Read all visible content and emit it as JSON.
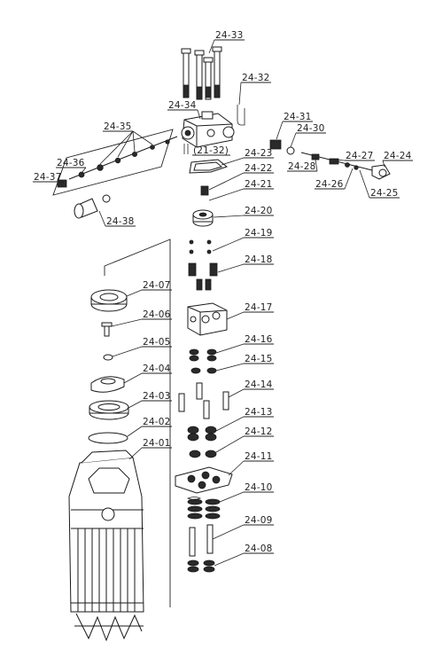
{
  "labels": {
    "p24_33": "24-33",
    "p24_32": "24-32",
    "p24_34": "24-34",
    "p24_35": "24-35",
    "p24_31": "24-31",
    "p24_30": "24-30",
    "p21_32": "(21-32)",
    "p24_23": "24-23",
    "p24_22": "24-22",
    "p24_28": "24-28",
    "p24_27": "24-27",
    "p24_24": "24-24",
    "p24_36": "24-36",
    "p24_37": "24-37",
    "p24_26": "24-26",
    "p24_25": "24-25",
    "p24_21": "24-21",
    "p24_20": "24-20",
    "p24_38": "24-38",
    "p24_19": "24-19",
    "p24_18": "24-18",
    "p24_07": "24-07",
    "p24_06": "24-06",
    "p24_17": "24-17",
    "p24_05": "24-05",
    "p24_16": "24-16",
    "p24_15": "24-15",
    "p24_04": "24-04",
    "p24_14": "24-14",
    "p24_03": "24-03",
    "p24_13": "24-13",
    "p24_02": "24-02",
    "p24_12": "24-12",
    "p24_01": "24-01",
    "p24_11": "24-11",
    "p24_10": "24-10",
    "p24_09": "24-09",
    "p24_08": "24-08"
  }
}
